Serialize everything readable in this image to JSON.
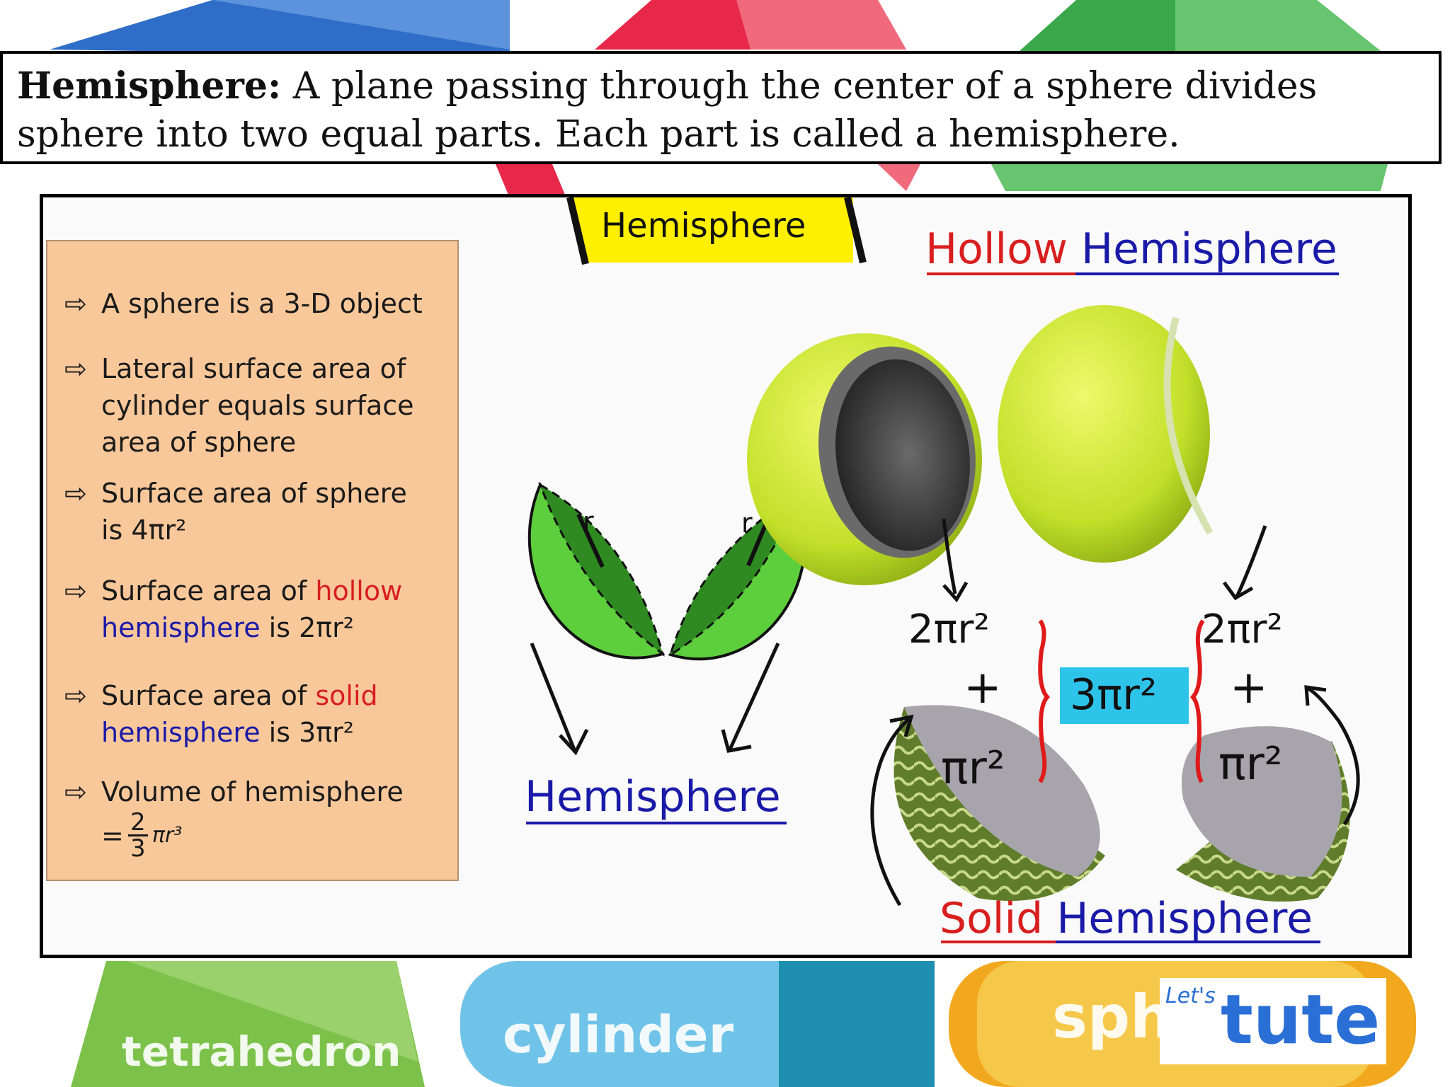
{
  "definition": {
    "term": "Hemisphere:",
    "text": " A plane passing through the center of a sphere divides sphere into two equal parts. Each part is called a hemisphere."
  },
  "background_words": {
    "tetrahedron": "tetrahedron",
    "cylinder": "cylinder",
    "sphere_partial": "sph"
  },
  "panel": {
    "tag_label": "Hemisphere",
    "facts": [
      {
        "arrow": "⇨",
        "text": "A sphere is a 3-D object"
      },
      {
        "arrow": "⇨",
        "line1": "Lateral surface area of",
        "line2": "cylinder equals surface",
        "line3": "area of sphere"
      },
      {
        "arrow": "⇨",
        "line1": "Surface area of sphere",
        "line2": "is 4πr²"
      },
      {
        "arrow": "⇨",
        "pre": "Surface area of ",
        "highlight": "hollow",
        "line2_word": "hemisphere",
        "line2_rest": " is 2πr²"
      },
      {
        "arrow": "⇨",
        "pre": "Surface area of ",
        "highlight": "solid",
        "line2_word": "hemisphere",
        "line2_rest": " is 3πr²"
      },
      {
        "arrow": "⇨",
        "line1": "Volume of hemisphere",
        "eq": "=",
        "num": "2",
        "den": "3",
        "rest": "πr³"
      }
    ],
    "hemisphere_label": "Hemisphere",
    "radius_label": "r",
    "hollow_title": {
      "word1": "Hollow",
      "word2": "Hemisphere"
    },
    "solid_title": {
      "word1": "Solid",
      "word2": "Hemisphere"
    },
    "formula": {
      "left_top": "2πr²",
      "right_top": "2πr²",
      "plus": "+",
      "left_bottom": "πr²",
      "right_bottom": "πr²",
      "center": "3πr²"
    }
  },
  "logo": {
    "small": "Let's",
    "big": "tute"
  },
  "colors": {
    "green": "#5ecf3c",
    "dark_green": "#2f8a22",
    "tennis": "#c8e636",
    "peach": "#f9c89a",
    "cyan": "#2ec4ea",
    "yellow": "#ffef00"
  }
}
